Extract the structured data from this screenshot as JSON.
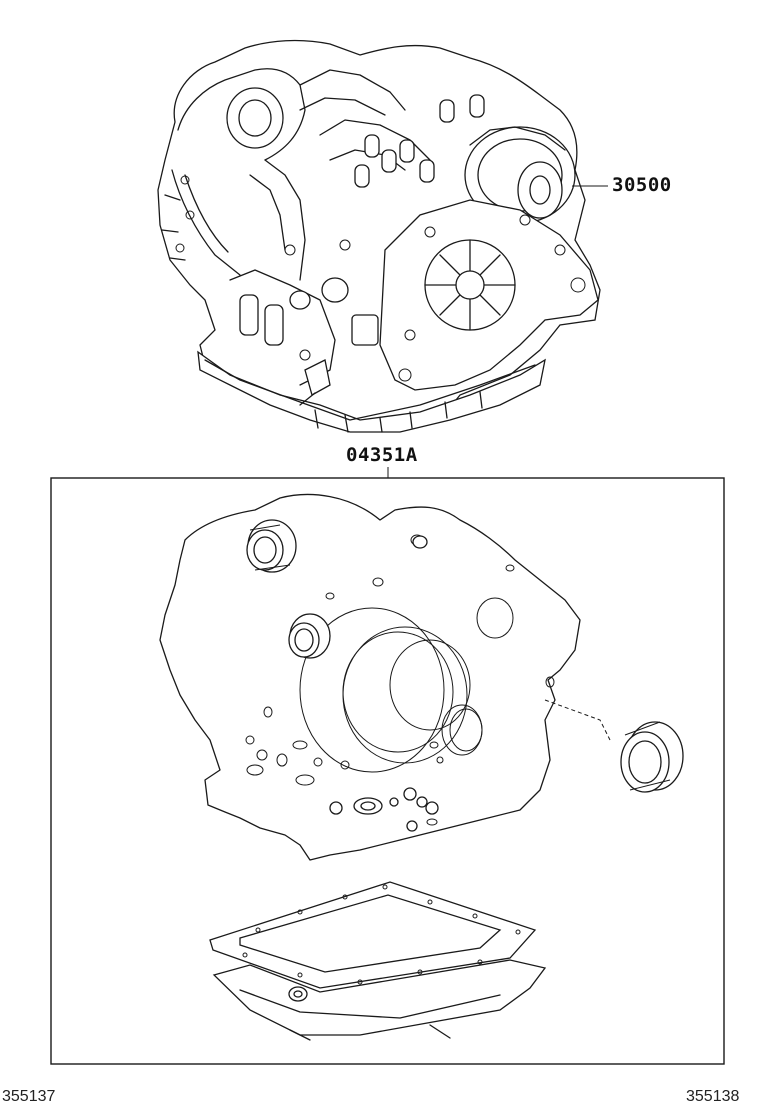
{
  "labels": {
    "transmission_part": "30500",
    "gasket_kit_part": "04351A"
  },
  "footer": {
    "left_code": "355137",
    "right_code": "355138"
  },
  "colors": {
    "line": "#1a1a1a",
    "background": "#ffffff"
  }
}
